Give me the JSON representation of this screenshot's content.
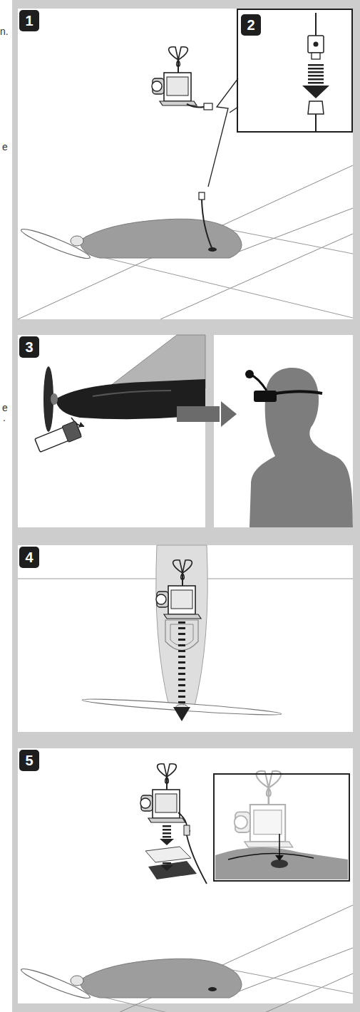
{
  "diagram": {
    "nodes": [
      {
        "text": [
          "1"
        ]
      },
      {
        "text": [
          "2"
        ],
        "in": 0
      },
      {
        "text": [
          "3"
        ]
      },
      {
        "text": [
          "4"
        ]
      },
      {
        "text": [
          "5"
        ]
      }
    ],
    "labels": [
      "n.",
      "e",
      "e",
      "."
    ]
  }
}
